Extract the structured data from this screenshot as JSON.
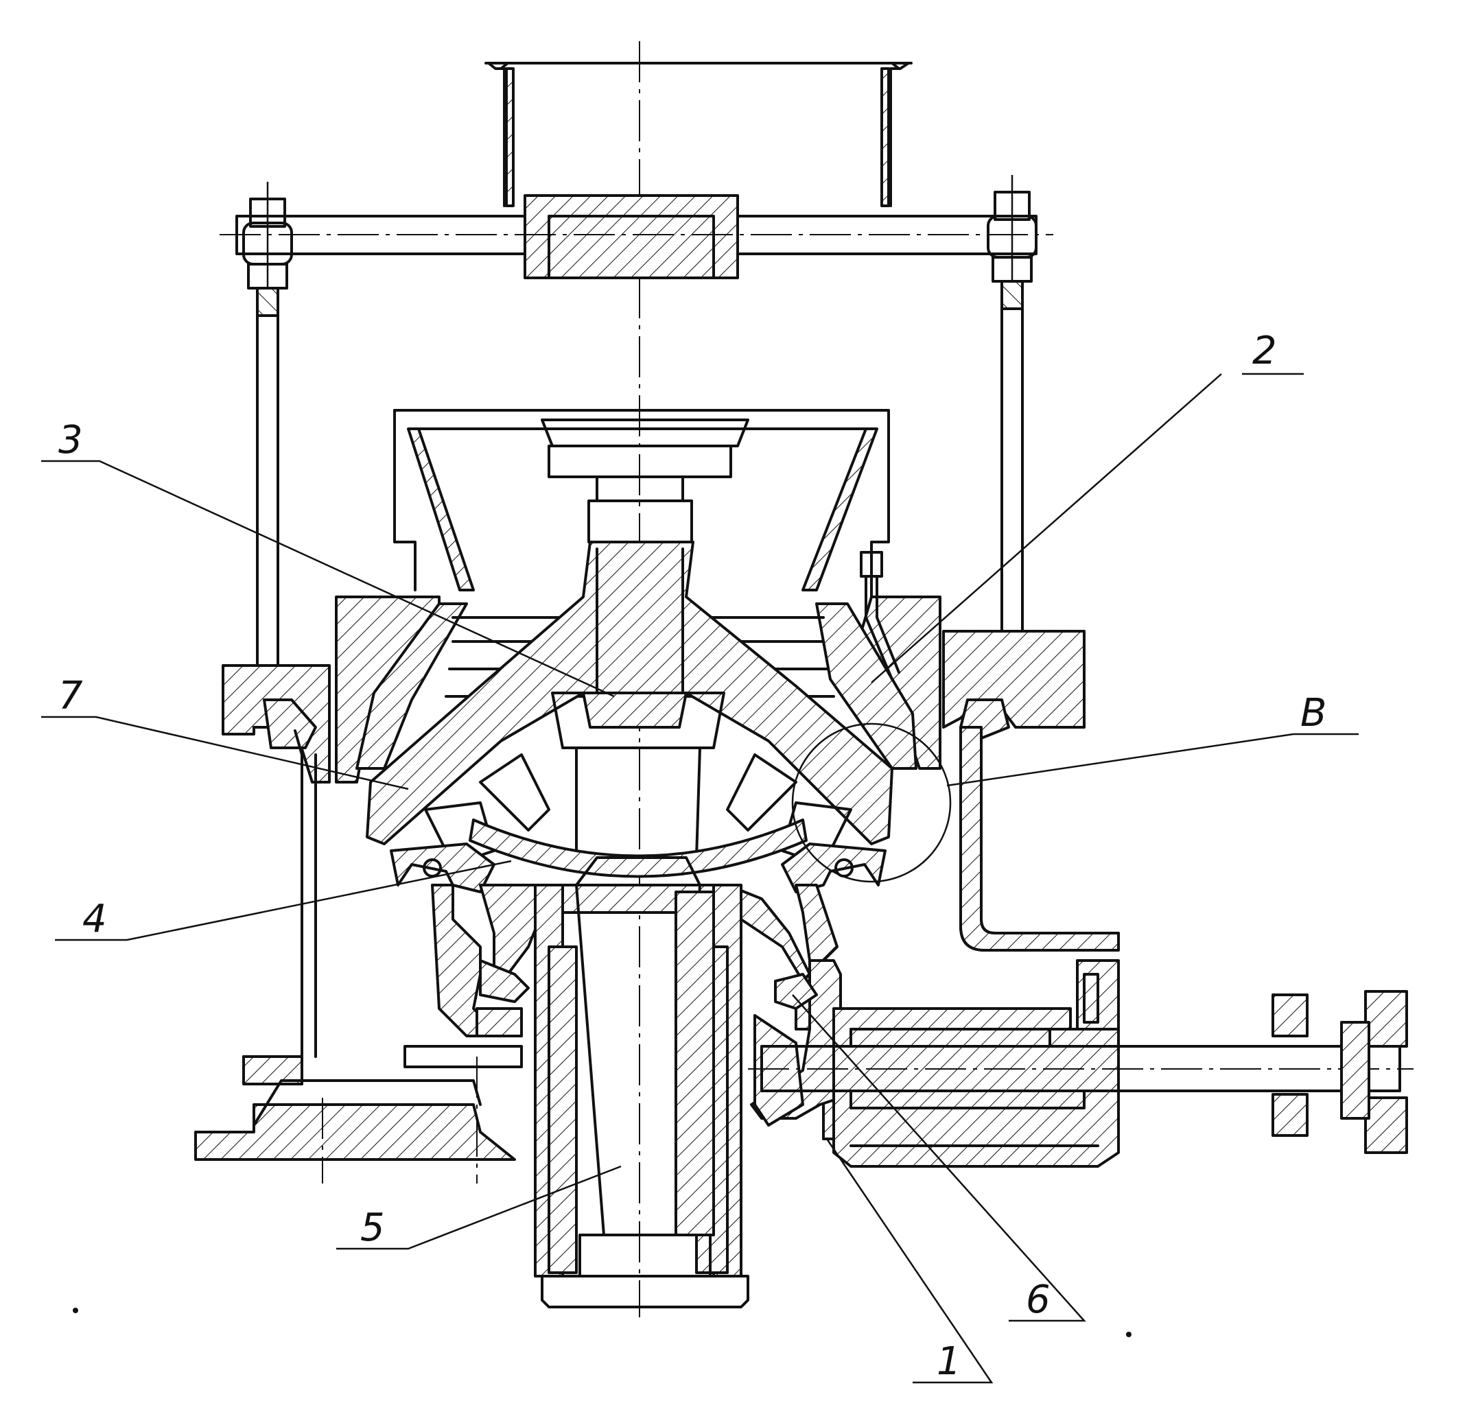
{
  "callouts": [
    {
      "id": "1",
      "text": "1"
    },
    {
      "id": "2",
      "text": "2"
    },
    {
      "id": "3",
      "text": "3"
    },
    {
      "id": "4",
      "text": "4"
    },
    {
      "id": "5",
      "text": "5"
    },
    {
      "id": "6",
      "text": "6"
    },
    {
      "id": "7",
      "text": "7"
    },
    {
      "id": "B",
      "text": "B"
    }
  ]
}
